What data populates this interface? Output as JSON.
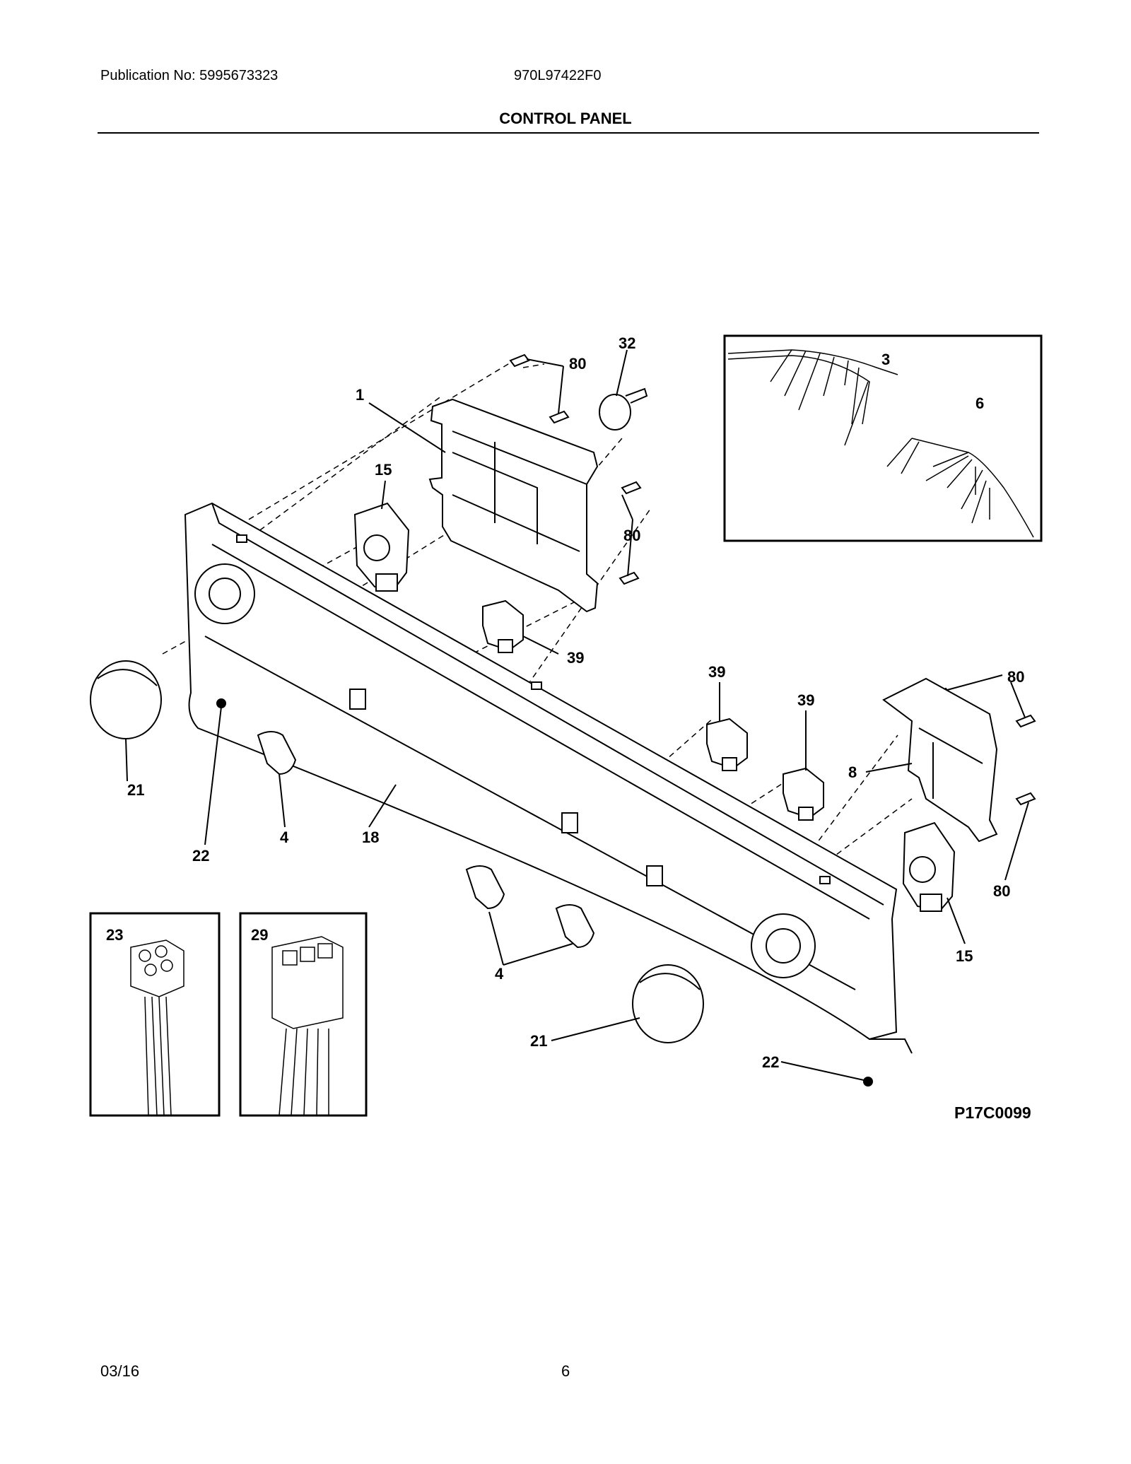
{
  "header": {
    "publication": "Publication No: 5995673323",
    "model": "970L97422F0",
    "title": "CONTROL PANEL"
  },
  "diagram": {
    "code": "P17C0099",
    "callouts": {
      "c1": "1",
      "c32": "32",
      "c80a": "80",
      "c15a": "15",
      "c80b": "80",
      "c39a": "39",
      "c3": "3",
      "c6": "6",
      "c21a": "21",
      "c22a": "22",
      "c4a": "4",
      "c18": "18",
      "c39b": "39",
      "c39c": "39",
      "c80c": "80",
      "c8": "8",
      "c80d": "80",
      "c15b": "15",
      "c4b": "4",
      "c21b": "21",
      "c22b": "22",
      "c23": "23",
      "c29": "29"
    }
  },
  "footer": {
    "date": "03/16",
    "page": "6"
  }
}
